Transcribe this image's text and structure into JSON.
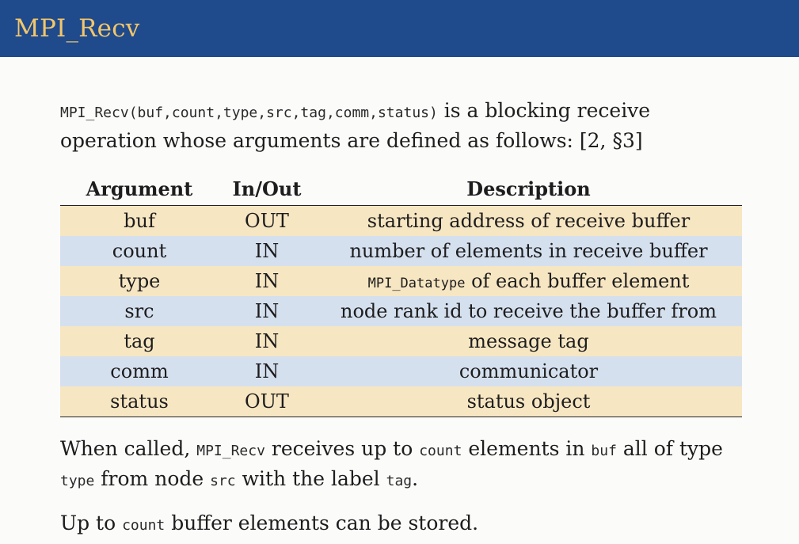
{
  "header": {
    "title": "MPI_Recv"
  },
  "intro": {
    "signature": "MPI_Recv(buf,count,type,src,tag,comm,status)",
    "text1": " is a blocking receive",
    "line2": "operation whose arguments are defined as follows:  [2, §3]"
  },
  "table": {
    "headers": {
      "argument": "Argument",
      "inout": "In/Out",
      "description": "Description"
    },
    "rows": [
      {
        "argument": "buf",
        "inout": "OUT",
        "description": "starting address of receive buffer"
      },
      {
        "argument": "count",
        "inout": "IN",
        "description": "number of elements in receive buffer"
      },
      {
        "argument": "type",
        "inout": "IN",
        "description_code": "MPI_Datatype",
        "description": " of each buffer element"
      },
      {
        "argument": "src",
        "inout": "IN",
        "description": "node rank id to receive the buffer from"
      },
      {
        "argument": "tag",
        "inout": "IN",
        "description": "message tag"
      },
      {
        "argument": "comm",
        "inout": "IN",
        "description": "communicator"
      },
      {
        "argument": "status",
        "inout": "OUT",
        "description": "status object"
      }
    ]
  },
  "para2": {
    "t1": "When called, ",
    "c1": "MPI_Recv",
    "t2": " receives up to ",
    "c2": "count",
    "t3": " elements in ",
    "c3": "buf",
    "t4": " all of type",
    "c4": "type",
    "t5": " from node ",
    "c5": "src",
    "t6": " with the label ",
    "c6": "tag",
    "t7": "."
  },
  "para3": {
    "t1": "Up to ",
    "c1": "count",
    "t2": " buffer elements can be stored."
  },
  "colors": {
    "header_bg": "#1f4a8c",
    "title": "#f2c66b",
    "row_odd": "#f7e6c2",
    "row_even": "#d5e0ef"
  }
}
